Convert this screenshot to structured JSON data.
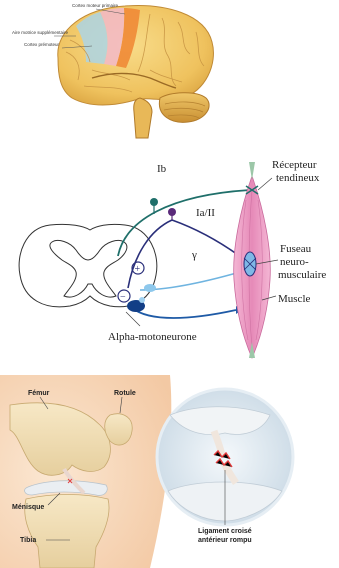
{
  "brain": {
    "labels": {
      "cortex_moteur": "Cortex moteur primaire",
      "aire_motrice": "Aire motrice supplémentaire",
      "cortex_premoteur": "Cortex prémoteur"
    }
  },
  "reflex": {
    "labels": {
      "ib": "Ib",
      "ia_ii": "Ia/II",
      "gamma": "γ",
      "plus": "+",
      "minus": "−",
      "recepteur_line1": "Récepteur",
      "recepteur_line2": "tendineux",
      "fuseau_line1": "Fuseau",
      "fuseau_line2": "neuro-",
      "fuseau_line3": "musculaire",
      "muscle": "Muscle",
      "alpha": "Alpha-motoneurone"
    },
    "colors": {
      "ib_fiber": "#1f6f6a",
      "ia_fiber": "#2a2f7a",
      "gamma_fiber": "#6fb4e0",
      "alpha_fiber": "#1e5aa6",
      "muscle": "#e99ac1"
    }
  },
  "knee": {
    "labels": {
      "femur": "Fémur",
      "rotule": "Rotule",
      "menisque": "Ménisque",
      "tibia": "Tibia",
      "ligament_line1": "Ligament croisé",
      "ligament_line2": "antérieur rompu"
    }
  }
}
